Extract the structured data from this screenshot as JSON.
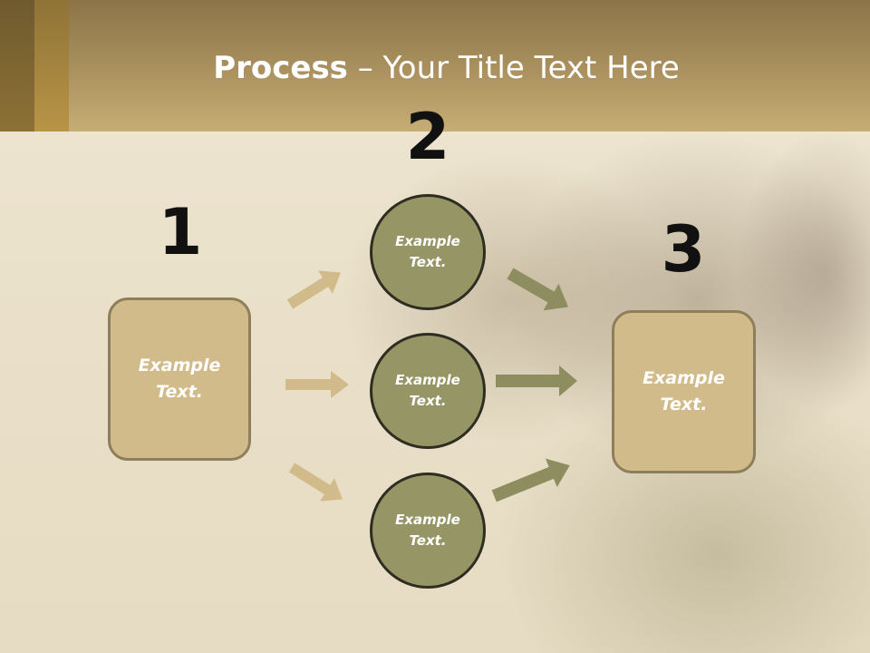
{
  "title": {
    "bold": "Process",
    "rest": " – Your Title Text Here"
  },
  "steps": {
    "one": "1",
    "two": "2",
    "three": "3"
  },
  "left_box": {
    "line1": "Example",
    "line2": "Text."
  },
  "right_box": {
    "line1": "Example",
    "line2": "Text."
  },
  "circles": [
    {
      "line1": "Example",
      "line2": "Text."
    },
    {
      "line1": "Example",
      "line2": "Text."
    },
    {
      "line1": "Example",
      "line2": "Text."
    }
  ],
  "colors": {
    "header": "#a58c5b",
    "box_fill": "#d2bb8a",
    "circle_fill": "#969566",
    "arrow_in": "#d2bb8a",
    "arrow_out": "#8d8d5f"
  }
}
